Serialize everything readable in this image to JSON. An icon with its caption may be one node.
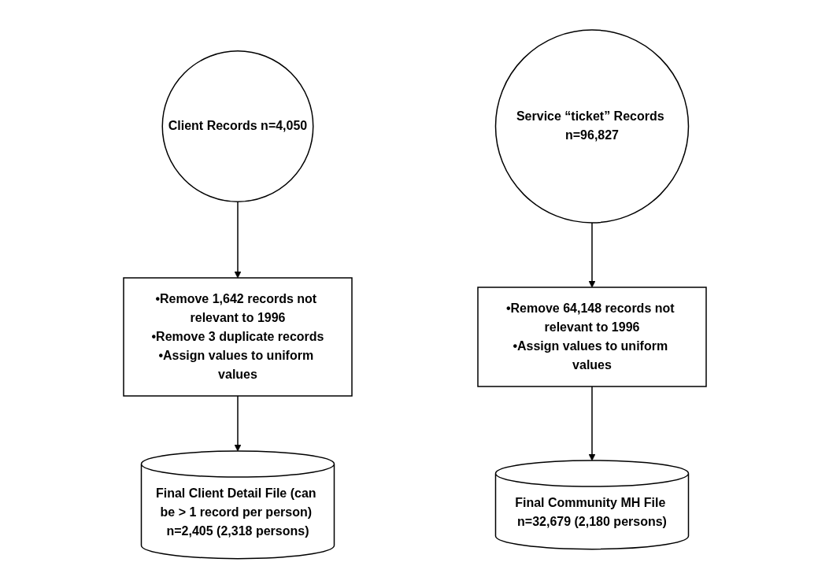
{
  "diagram": {
    "nodes": [
      {
        "text": [
          "Client Records n=4,050"
        ]
      },
      {
        "text": [
          "•Remove 1,642 records not relevant to 1996",
          "•Remove 3 duplicate records",
          "•Assign values to uniform values"
        ]
      },
      {
        "text": [
          "Final Client Detail File (can be > 1 record per person) n=2,405 (2,318 persons)"
        ]
      },
      {
        "text": [
          "Service “ticket” Records n=96,827"
        ]
      },
      {
        "text": [
          "•Remove 64,148 records not relevant to 1996",
          "•Assign values to uniform values"
        ]
      },
      {
        "text": [
          "Final Community MH File n=32,679 (2,180 persons)"
        ]
      }
    ],
    "edges": [
      {
        "from": 0,
        "to": 1,
        "arrow": "to"
      },
      {
        "from": 1,
        "to": 2,
        "arrow": "to"
      },
      {
        "from": 3,
        "to": 4,
        "arrow": "to"
      },
      {
        "from": 4,
        "to": 5,
        "arrow": "to"
      }
    ]
  }
}
